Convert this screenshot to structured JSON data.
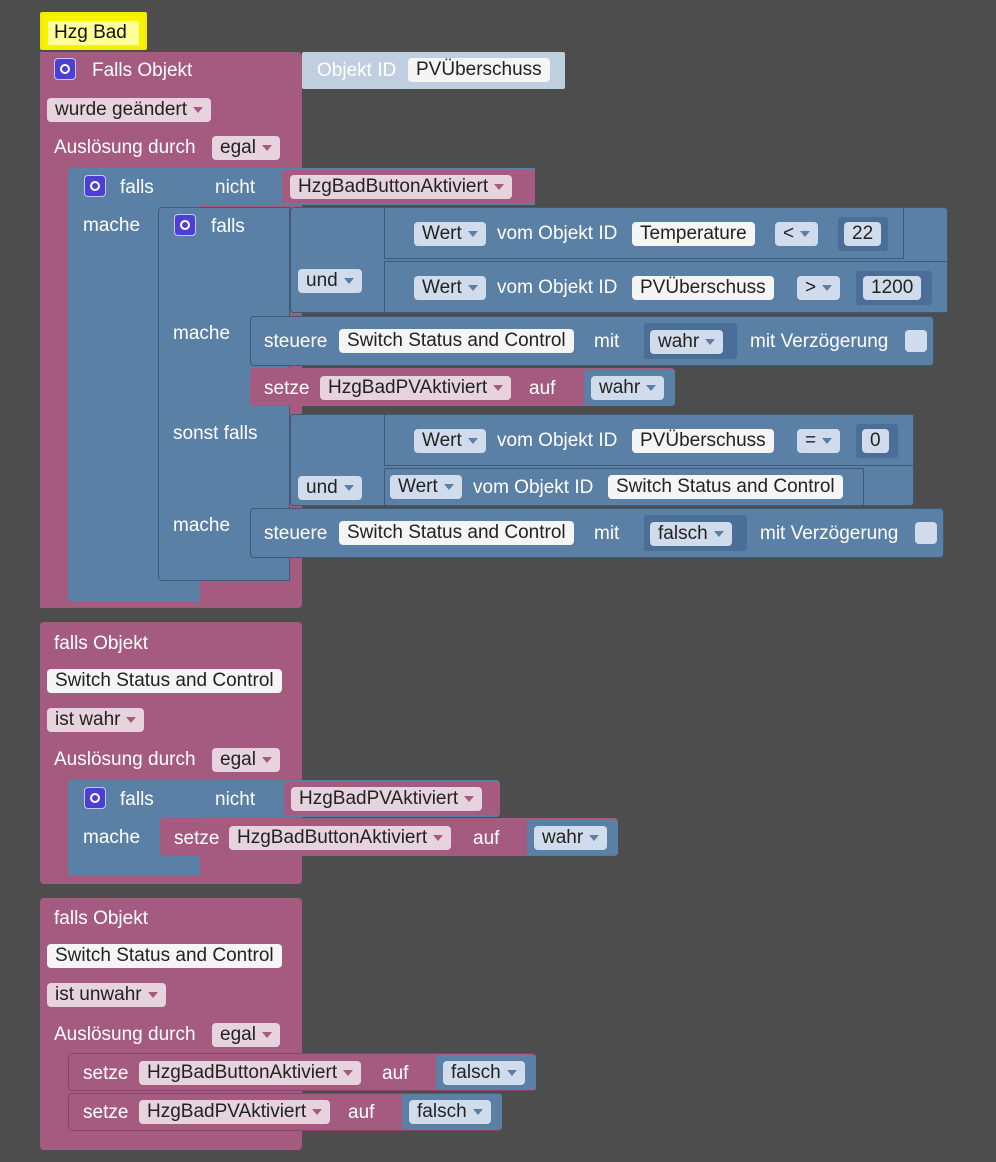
{
  "comment": {
    "text": "Hzg Bad"
  },
  "block1": {
    "falls_objekt": "Falls Objekt",
    "objekt_id": "Objekt ID",
    "objekt_id_value": "PVÜberschuss",
    "trigger": "wurde geändert",
    "ausloesung": "Auslösung durch",
    "ausloesung_value": "egal",
    "if_falls": "falls",
    "nicht": "nicht",
    "cond_var": "HzgBadButtonAktiviert",
    "mache": "mache",
    "inner": {
      "falls": "falls",
      "wert": "Wert",
      "vom_objekt_id": "vom Objekt ID",
      "obj1": "Temperature",
      "op1": "<",
      "val1": "22",
      "und": "und",
      "obj2": "PVÜberschuss",
      "op2": ">",
      "val2": "1200",
      "mache": "mache",
      "steuere": "steuere",
      "switch_obj": "Switch Status and Control",
      "mit": "mit",
      "bool_true": "wahr",
      "mit_verzoegerung": "mit Verzögerung",
      "setze": "setze",
      "set_var": "HzgBadPVAktiviert",
      "auf": "auf",
      "sonst_falls": "sonst falls",
      "obj3": "PVÜberschuss",
      "op3": "=",
      "val3": "0",
      "und2": "und",
      "obj4": "Switch Status and Control",
      "mache2": "mache",
      "bool_false": "falsch"
    }
  },
  "block2": {
    "falls_objekt": "falls Objekt",
    "object": "Switch Status and Control",
    "trigger": "ist wahr",
    "ausloesung": "Auslösung durch",
    "ausloesung_value": "egal",
    "falls": "falls",
    "nicht": "nicht",
    "cond_var": "HzgBadPVAktiviert",
    "mache": "mache",
    "setze": "setze",
    "set_var": "HzgBadButtonAktiviert",
    "auf": "auf",
    "value": "wahr"
  },
  "block3": {
    "falls_objekt": "falls Objekt",
    "object": "Switch Status and Control",
    "trigger": "ist unwahr",
    "ausloesung": "Auslösung durch",
    "ausloesung_value": "egal",
    "setze1": "setze",
    "var1": "HzgBadButtonAktiviert",
    "auf1": "auf",
    "val1": "falsch",
    "setze2": "setze",
    "var2": "HzgBadPVAktiviert",
    "auf2": "auf",
    "val2": "falsch"
  },
  "colors": {
    "event": "#a55b80",
    "control": "#5b80a5",
    "background": "#4d4d4d",
    "comment": "#ffff00"
  }
}
